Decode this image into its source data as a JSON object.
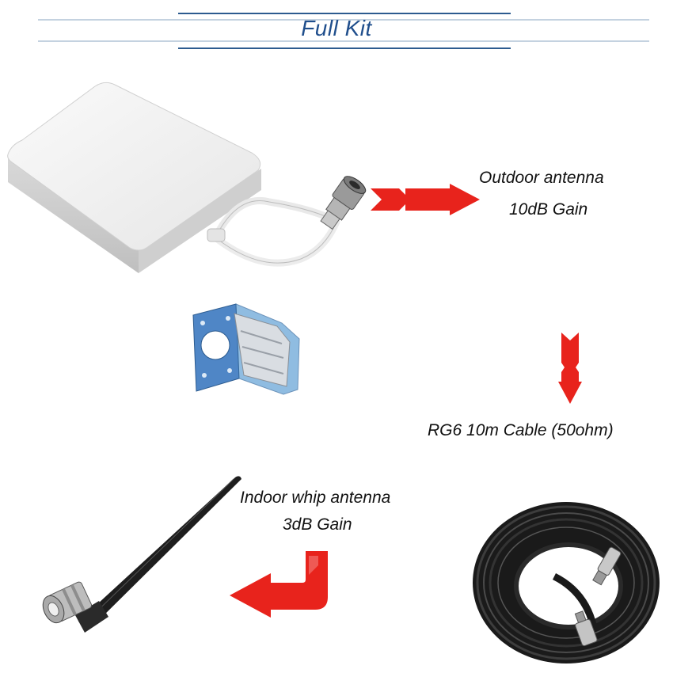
{
  "header": {
    "title": "Full Kit",
    "accent_color": "#1f4e8c"
  },
  "items": {
    "outdoor_antenna": {
      "name": "Outdoor antenna",
      "gain": "10dB Gain"
    },
    "cable": {
      "name": "RG6 10m Cable (50ohm)"
    },
    "indoor_antenna": {
      "name": "Indoor whip antenna",
      "gain": "3dB Gain"
    }
  },
  "arrow_color": "#e8231c",
  "icons": [
    "panel-antenna-icon",
    "mounting-bracket-icon",
    "whip-antenna-icon",
    "cable-coil-icon",
    "arrow-right-icon",
    "arrow-down-icon",
    "arrow-bent-left-icon"
  ]
}
